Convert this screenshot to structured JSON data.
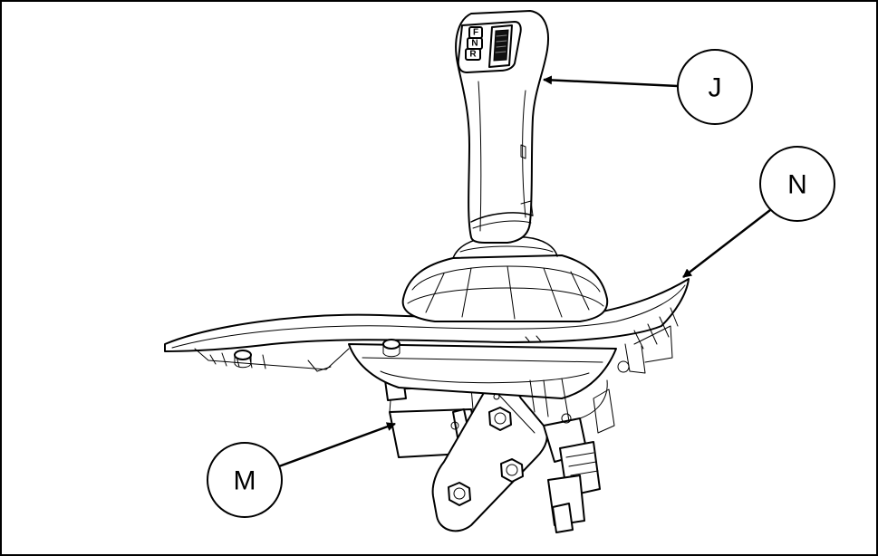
{
  "callouts": {
    "j": "J",
    "n": "N",
    "m": "M"
  },
  "knob_labels": {
    "forward": "F",
    "neutral": "N",
    "reverse": "R"
  }
}
